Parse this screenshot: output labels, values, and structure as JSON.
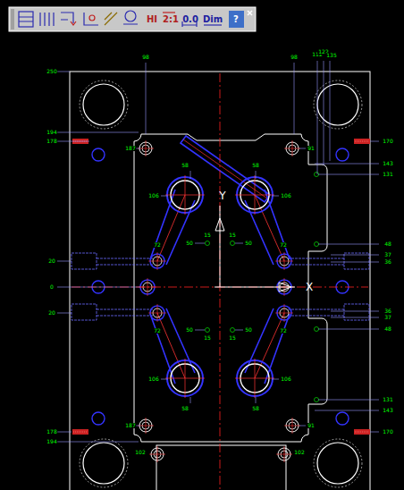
{
  "diagram": {
    "labels": [
      "HI",
      "2:1",
      "0.0",
      "Dim",
      "?",
      "250",
      "98",
      "98",
      "112",
      "122",
      "135",
      "194",
      "178",
      "187",
      "170",
      "91",
      "143",
      "131",
      "58",
      "58",
      "106",
      "106",
      "Y",
      "50",
      "15",
      "15",
      "50",
      "72",
      "72",
      "48",
      "37",
      "36",
      "20",
      "0",
      "X",
      "20",
      "36",
      "37",
      "48",
      "72",
      "72",
      "50",
      "15",
      "15",
      "50",
      "106",
      "106",
      "58",
      "58",
      "131",
      "143",
      "170",
      "178",
      "194",
      "187",
      "91",
      "102",
      "102"
    ]
  }
}
